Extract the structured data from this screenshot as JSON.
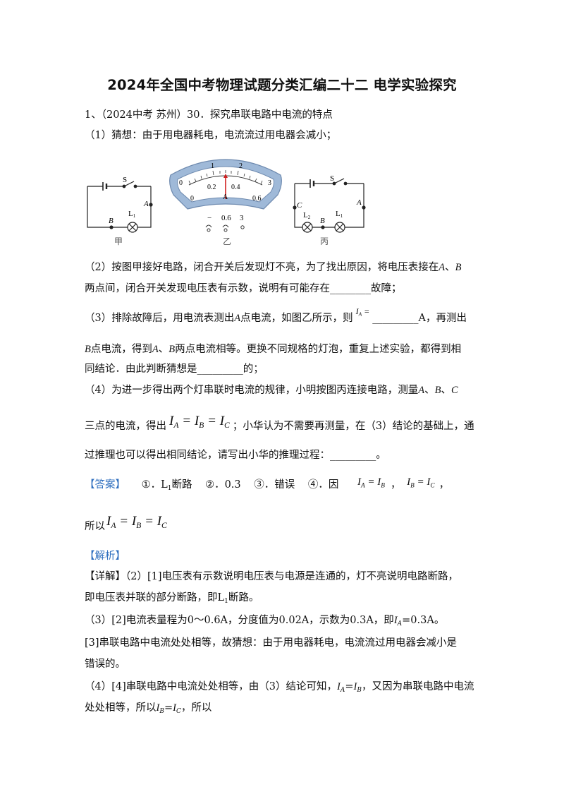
{
  "title": "2024年全国中考物理试题分类汇编二十二   电学实验探究",
  "q1": {
    "intro": "1、（2024中考  苏州）30．探究串联电路中电流的特点",
    "p1": "（1）猜想：由于用电器耗电，电流流过用电器会减小；",
    "p2a_pre": "（2）按图甲接好电路，闭合开关后发现灯不亮，为了找出原因，将电压表接在",
    "p2b_pre": "两点间，闭合开关发现电压表有示数，说明有可能存在",
    "p2b_blank": "________",
    "p2b_post": "故障；",
    "p3a_pre": "（3）排除故障后，用电流表测出",
    "p3a_mid": "点电流，如图乙所示，则",
    "p3a_blank": "_________",
    "p3a_post": "A，再测出",
    "p3b_mid1": "点电流，得到",
    "p3b_mid2": "两点电流相等。更换不同规格的灯泡，重复上述实验，都得到相",
    "p3c_pre": "同结论．由此判断猜想是",
    "p3c_blank": "_________",
    "p3c_post": "的；",
    "p4a": "（4）为进一步得出两个灯串联时电流的规律，小明按图丙连接电路，测量",
    "p4b_pre": "三点的电流，得出",
    "p4b_post": "；小华认为不需要再测量，在（3）结论的基础上，通",
    "p4c_pre": "过推理也可以得出相同结论，请写出小华的推理过程：",
    "p4c_blank": "_________",
    "p4c_post": "。"
  },
  "labels": {
    "A": "A",
    "B": "B",
    "C": "C",
    "I": "I",
    "eq": "=",
    "sep": "、",
    "L": "L",
    "one": "1",
    "two": "2",
    "S": "S"
  },
  "figures": {
    "jia": "甲",
    "yi": "乙",
    "bing": "丙",
    "meter": {
      "outer_scale": [
        "0",
        "1",
        "2",
        "3"
      ],
      "inner_scale": [
        "0",
        "0.2",
        "0.4",
        "0.6"
      ],
      "unit": "A",
      "terminals": [
        "−",
        "0.6",
        "3"
      ]
    }
  },
  "answer": {
    "tag": "【答案】",
    "a1_label": "①．",
    "a1_val": "L",
    "a1_sub": "1",
    "a1_tail": "断路",
    "a2_label": "②．",
    "a2_val": "0.3",
    "a3_label": "③．",
    "a3_val": "错误",
    "a4_label": "④．",
    "a4_val": "因",
    "comma": "，",
    "therefore": "所以"
  },
  "analysis": {
    "tag": "【解析】",
    "d_tag": "【详解】",
    "d1": "（2）[1]电压表有示数说明电压表与电源是连通的，灯不亮说明电路断路，",
    "d2_pre": "即电压表并联的部分断路，即L",
    "d2_sub": "1",
    "d2_post": "断路。",
    "d3_pre": "（3）[2]电流表量程为0～0.6A，分度值为0.02A，示数为0.3A，即",
    "d3_I": "I",
    "d3_sub": "A",
    "d3_post": "=0.3A。",
    "d4": "[3]串联电路中电流处处相等，故猜想：由于用电器耗电，电流流过用电器会减小是",
    "d5": "错误的。",
    "d6_pre": "（4）[4]串联电路中电流处处相等，由（3）结论可知，",
    "d6_mid": "，又因为串联电路中电流",
    "d7_pre": "处处相等，所以",
    "d7_post": "，所以"
  }
}
